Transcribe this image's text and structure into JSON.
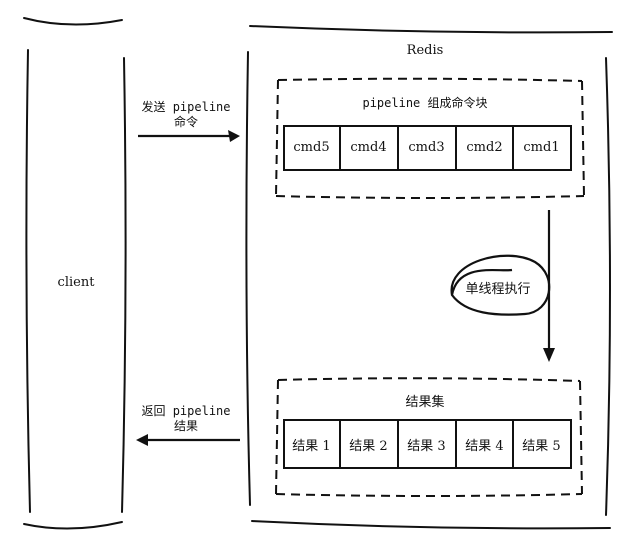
{
  "client": {
    "label": "client"
  },
  "redis": {
    "title": "Redis"
  },
  "send_arrow": {
    "line1": "发送 pipeline",
    "line2": "命令"
  },
  "command_block": {
    "title": "pipeline 组成命令块",
    "commands": [
      "cmd5",
      "cmd4",
      "cmd3",
      "cmd2",
      "cmd1"
    ]
  },
  "execution": {
    "label": "单线程执行"
  },
  "result_block": {
    "title": "结果集",
    "results": [
      "结果 1",
      "结果 2",
      "结果 3",
      "结果 4",
      "结果 5"
    ]
  },
  "return_arrow": {
    "line1": "返回 pipeline",
    "line2": "结果"
  }
}
